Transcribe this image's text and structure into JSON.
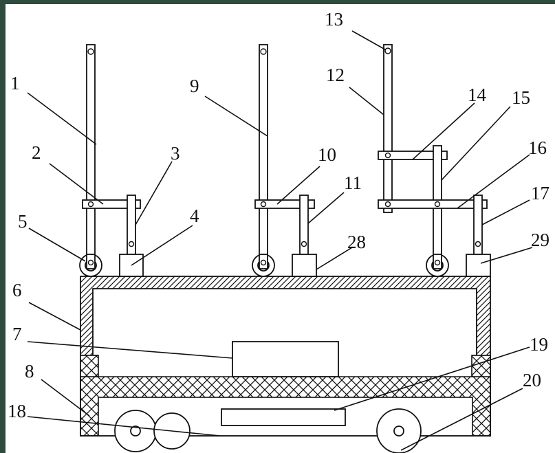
{
  "labels": {
    "l1": "1",
    "l2": "2",
    "l3": "3",
    "l4": "4",
    "l5": "5",
    "l6": "6",
    "l7": "7",
    "l8": "8",
    "l9": "9",
    "l10": "10",
    "l11": "11",
    "l12": "12",
    "l13": "13",
    "l14": "14",
    "l15": "15",
    "l16": "16",
    "l17": "17",
    "l18": "18",
    "l19": "19",
    "l20": "20",
    "l28": "28",
    "l29": "29"
  }
}
